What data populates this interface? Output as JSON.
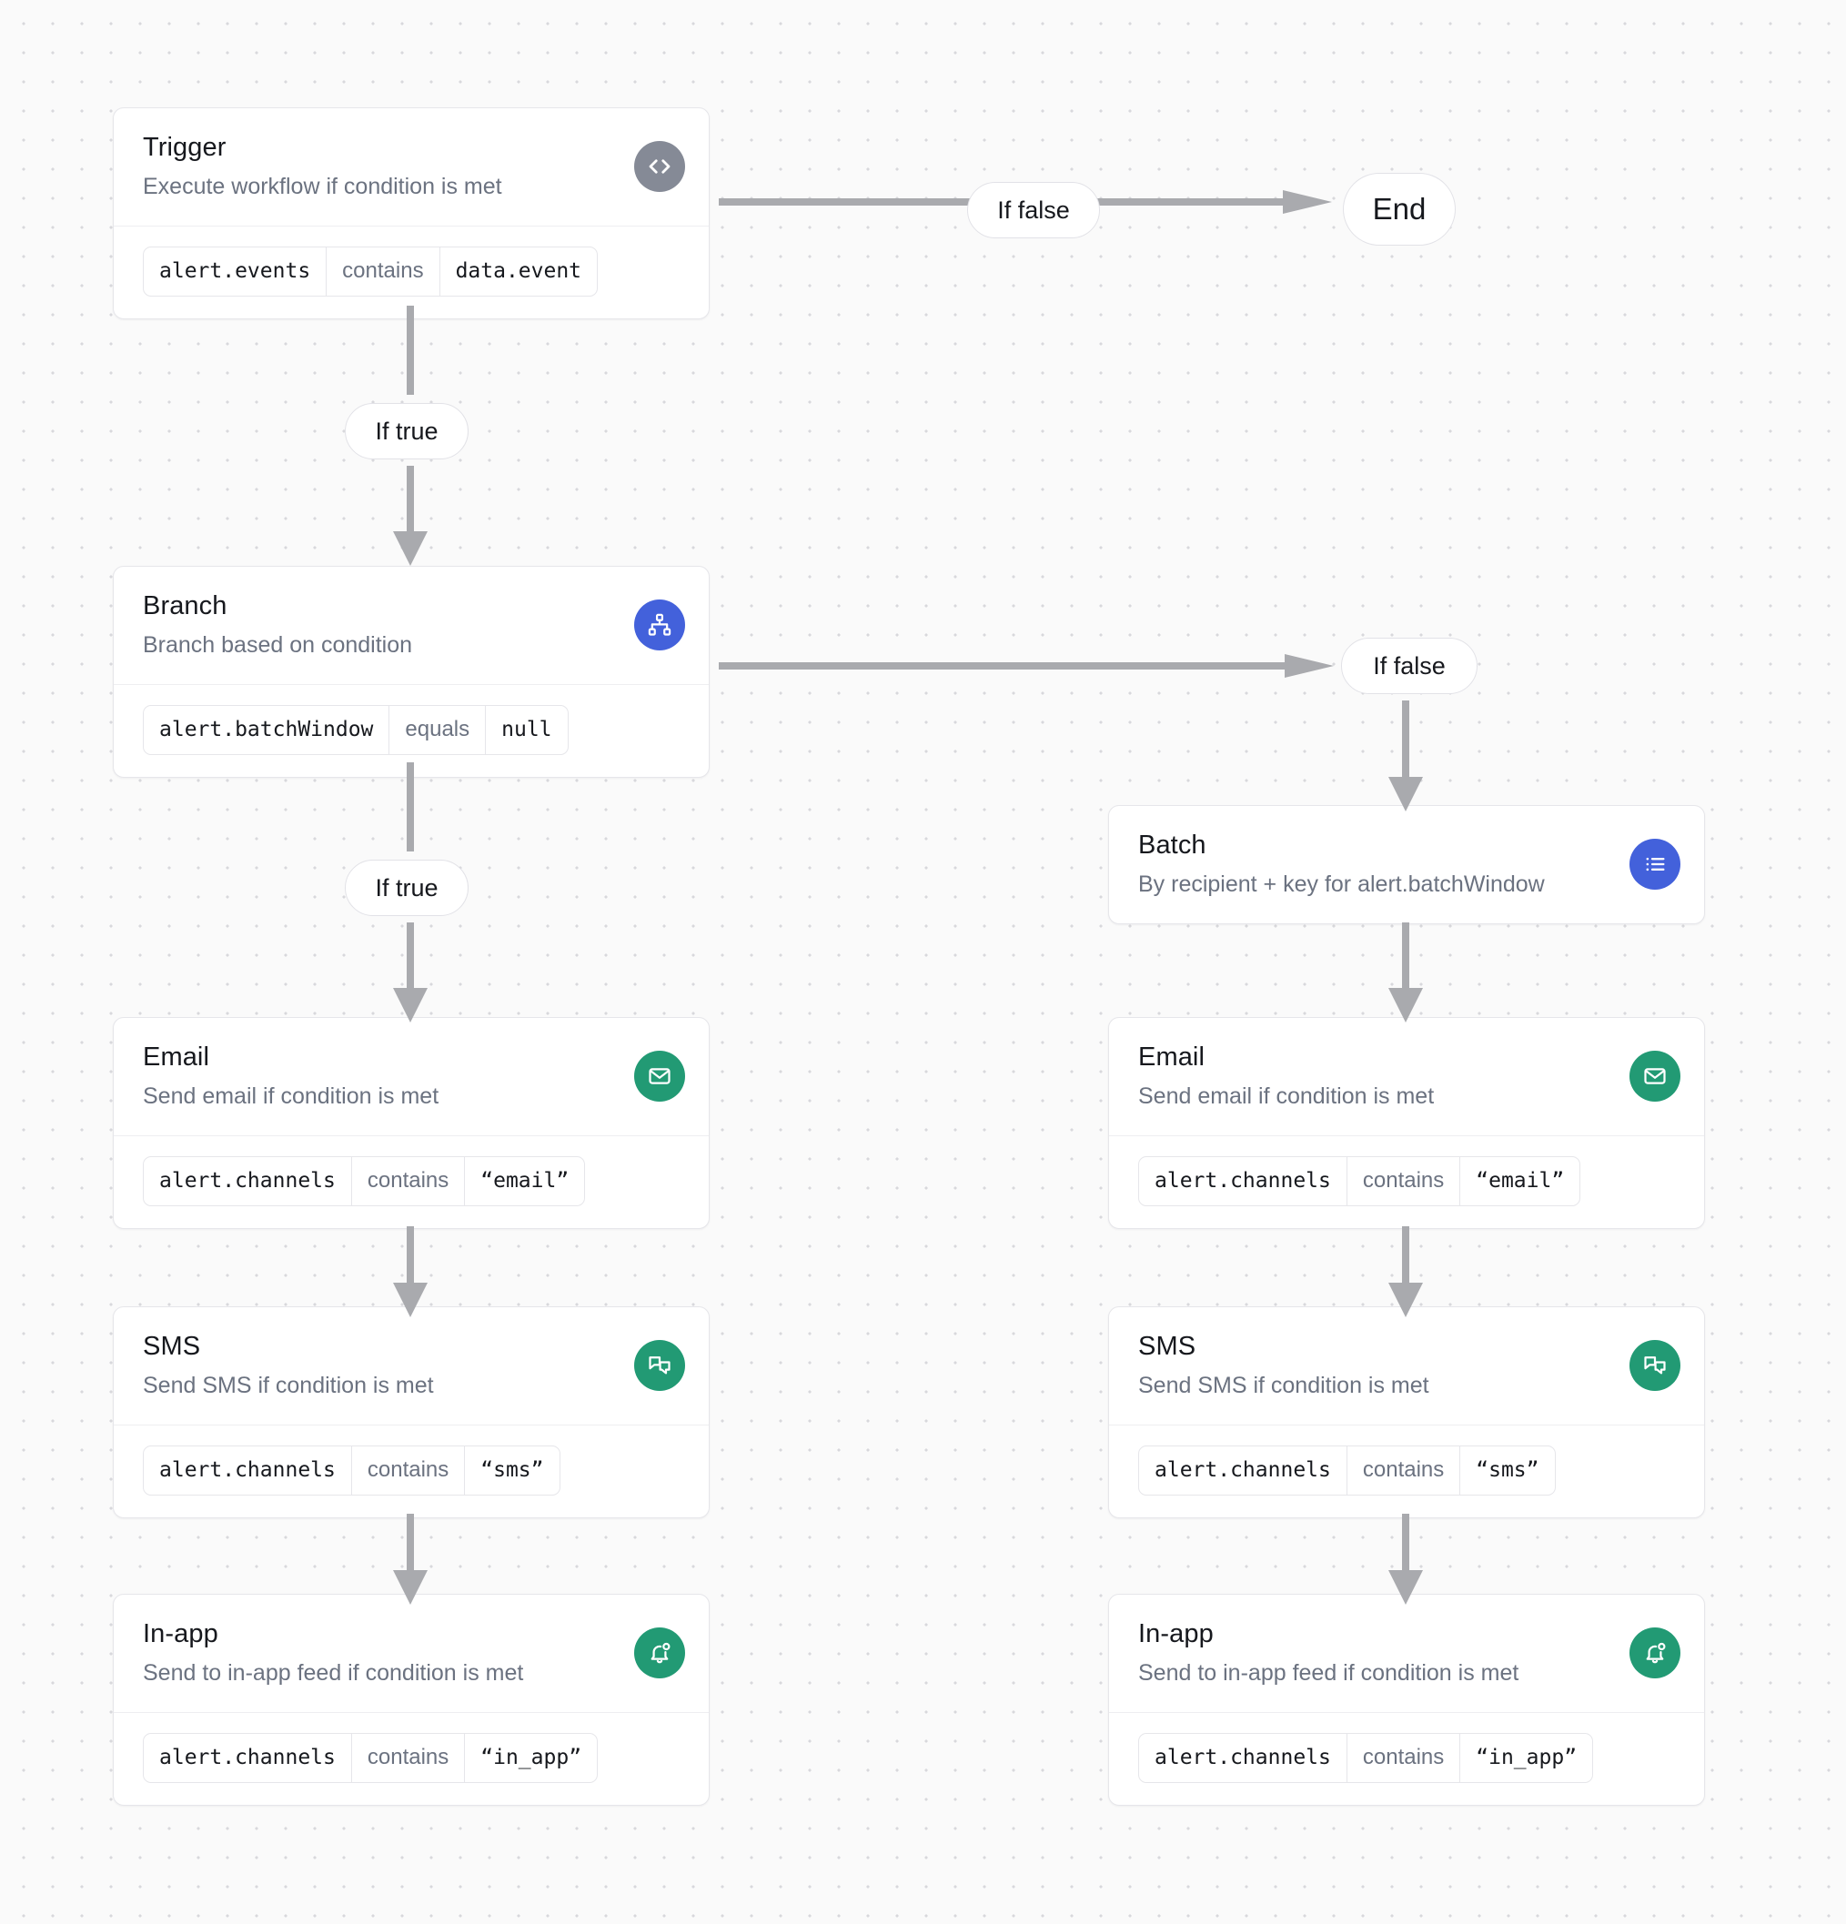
{
  "canvas": {
    "background_color": "#fafafa",
    "dot_color": "#d8d8dc",
    "grid_spacing": 32
  },
  "colors": {
    "trigger_icon": "#858a96",
    "branch_icon": "#4361db",
    "batch_icon": "#4361db",
    "channel_icon": "#229a74",
    "arrow": "#a9aaae",
    "card_border": "#e6e6ea",
    "title_text": "#16181d",
    "desc_text": "#6b7280"
  },
  "nodes": {
    "trigger": {
      "title": "Trigger",
      "description": "Execute workflow if condition is met",
      "icon": "code-brackets-icon",
      "condition": {
        "field": "alert.events",
        "operator": "contains",
        "value": "data.event"
      }
    },
    "branch": {
      "title": "Branch",
      "description": "Branch based on condition",
      "icon": "org-chart-icon",
      "condition": {
        "field": "alert.batchWindow",
        "operator": "equals",
        "value": "null"
      }
    },
    "batch": {
      "title": "Batch",
      "description": "By recipient + key for alert.batchWindow",
      "icon": "list-icon"
    },
    "email_left": {
      "title": "Email",
      "description": "Send email if condition is met",
      "icon": "envelope-icon",
      "condition": {
        "field": "alert.channels",
        "operator": "contains",
        "value": "“email”"
      }
    },
    "sms_left": {
      "title": "SMS",
      "description": "Send SMS if condition is met",
      "icon": "chat-bubbles-icon",
      "condition": {
        "field": "alert.channels",
        "operator": "contains",
        "value": "“sms”"
      }
    },
    "inapp_left": {
      "title": "In-app",
      "description": "Send to in-app feed if condition is met",
      "icon": "bell-icon",
      "condition": {
        "field": "alert.channels",
        "operator": "contains",
        "value": "“in_app”"
      }
    },
    "email_right": {
      "title": "Email",
      "description": "Send email if condition is met",
      "icon": "envelope-icon",
      "condition": {
        "field": "alert.channels",
        "operator": "contains",
        "value": "“email”"
      }
    },
    "sms_right": {
      "title": "SMS",
      "description": "Send SMS if condition is met",
      "icon": "chat-bubbles-icon",
      "condition": {
        "field": "alert.channels",
        "operator": "contains",
        "value": "“sms”"
      }
    },
    "inapp_right": {
      "title": "In-app",
      "description": "Send to in-app feed if condition is met",
      "icon": "bell-icon",
      "condition": {
        "field": "alert.channels",
        "operator": "contains",
        "value": "“in_app”"
      }
    }
  },
  "edge_labels": {
    "trigger_false": "If false",
    "trigger_true": "If true",
    "branch_false": "If false",
    "branch_true": "If true",
    "end": "End"
  }
}
